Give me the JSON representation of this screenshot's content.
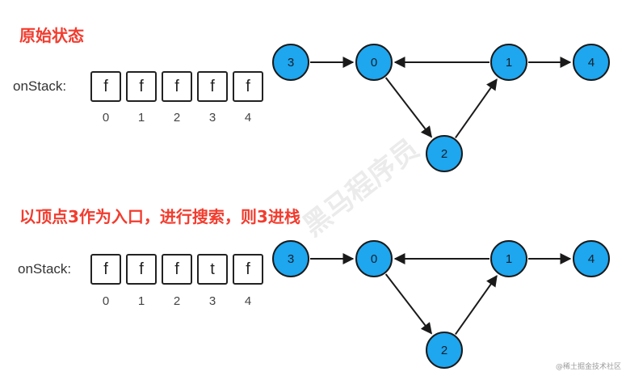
{
  "panels": [
    {
      "title": "原始状态",
      "onstack_label": "onStack:",
      "cells": [
        "f",
        "f",
        "f",
        "f",
        "f"
      ],
      "indices": [
        "0",
        "1",
        "2",
        "3",
        "4"
      ]
    },
    {
      "title": "以顶点3作为入口，进行搜索，则3进栈",
      "onstack_label": "onStack:",
      "cells": [
        "f",
        "f",
        "f",
        "t",
        "f"
      ],
      "indices": [
        "0",
        "1",
        "2",
        "3",
        "4"
      ]
    }
  ],
  "graph": {
    "nodes": [
      "3",
      "0",
      "1",
      "4",
      "2"
    ],
    "edges": [
      {
        "from": "3",
        "to": "0"
      },
      {
        "from": "1",
        "to": "0"
      },
      {
        "from": "1",
        "to": "4"
      },
      {
        "from": "0",
        "to": "2"
      },
      {
        "from": "2",
        "to": "1"
      }
    ],
    "node_color": "#1ea6ef",
    "edge_color": "#1a1a1a"
  },
  "title_color": "#f23c2e",
  "watermark": "黑马程序员",
  "corner_text": "@稀土掘金技术社区"
}
